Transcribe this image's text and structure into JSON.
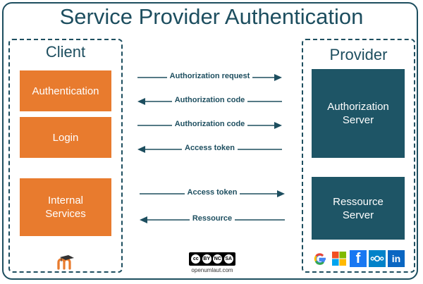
{
  "title": "Service Provider Authentication",
  "client": {
    "label": "Client",
    "boxes": [
      "Authentication",
      "Login",
      "Internal Services"
    ]
  },
  "provider": {
    "label": "Provider",
    "boxes": [
      "Authorization Server",
      "Ressource Server"
    ]
  },
  "messages": [
    {
      "label": "Authorization request",
      "direction": "right"
    },
    {
      "label": "Authorization code",
      "direction": "left"
    },
    {
      "label": "Authorization code",
      "direction": "right"
    },
    {
      "label": "Access token",
      "direction": "left"
    },
    {
      "label": "Access token",
      "direction": "right"
    },
    {
      "label": "Ressource",
      "direction": "left"
    }
  ],
  "footer": {
    "license_badge": [
      "cc",
      "BY",
      "NC",
      "SA"
    ],
    "license_sub": "BY NC SA",
    "site": "openumlaut.com",
    "provider_logos": [
      "google-logo",
      "microsoft-logo",
      "facebook-logo",
      "nextcloud-logo",
      "linkedin-logo"
    ],
    "client_logo": "moodle-logo"
  },
  "colors": {
    "frame": "#1d4e5f",
    "client_box": "#e87b2e",
    "provider_box": "#1e5566",
    "arrow": "#1d4e5f"
  }
}
